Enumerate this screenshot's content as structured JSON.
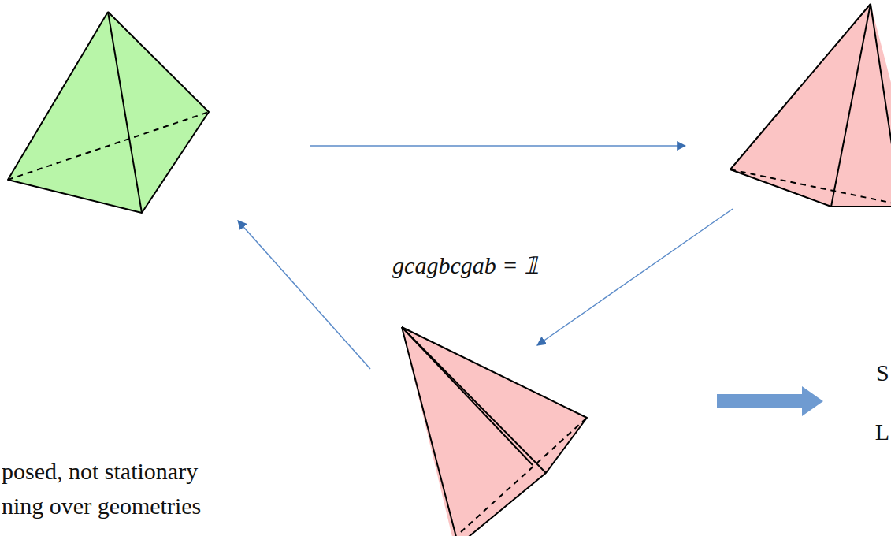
{
  "diagram": {
    "labels": [
      "gcagbcgab = 𝟙",
      "posed, not stationary",
      "ning over geometries",
      "S",
      "L"
    ]
  }
}
